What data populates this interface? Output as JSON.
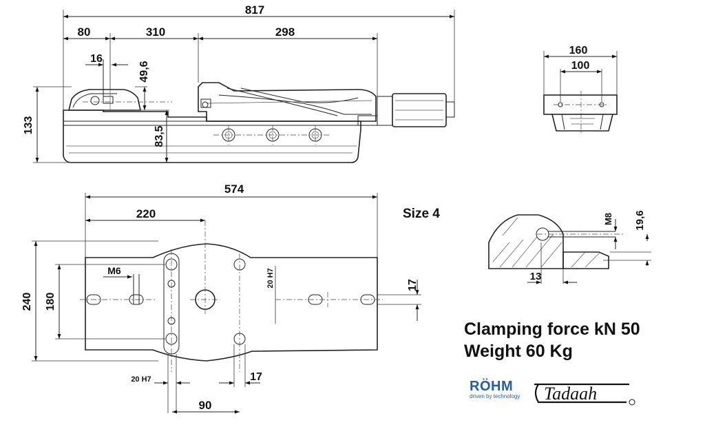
{
  "dimensions": {
    "side_view": {
      "overall_length": "817",
      "segment_left": "80",
      "segment_middle": "310",
      "segment_right": "298",
      "offset_small": "16",
      "jaw_height": "49,6",
      "total_height": "133",
      "base_height": "83,5"
    },
    "end_view": {
      "outer_width": "160",
      "inner_width": "100"
    },
    "top_view": {
      "length": "574",
      "to_center": "220",
      "width": "240",
      "hole_spacing": "180",
      "thread": "M6",
      "slot_vertical": "20 H7",
      "slot_width_right": "17",
      "slot_bottom": "20 H7",
      "slot_width_bottom": "17",
      "bottom_spacing": "90"
    },
    "detail_view": {
      "thread": "M8",
      "height": "19,6",
      "offset": "13"
    }
  },
  "info": {
    "size_label": "Size 4",
    "clamping_force": "Clamping force kN 50",
    "weight": "Weight 60 Kg"
  },
  "logos": {
    "rohm_name": "RÖHM",
    "rohm_tagline": "driven by technology",
    "tadaah_name": "Tadaah",
    "rohm_color": "#1d5fa8"
  }
}
